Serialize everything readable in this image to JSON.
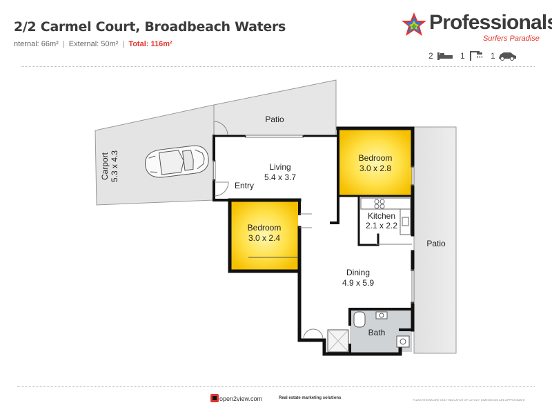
{
  "header": {
    "address": "2/2 Carmel Court, Broadbeach Waters",
    "internal": "nternal: 66m²",
    "external": "External: 50m²",
    "total": "Total: 116m²",
    "separator": "|"
  },
  "logo": {
    "name": "Professionals",
    "sub": "Surfers Paradise"
  },
  "features": {
    "beds": "2",
    "baths": "1",
    "cars": "1"
  },
  "rooms": {
    "patio_top": "Patio",
    "carport_name": "Carport",
    "carport_dim": "5.3 x 4.3",
    "living_name": "Living",
    "living_dim": "5.4 x 3.7",
    "entry": "Entry",
    "bed1_name": "Bedroom",
    "bed1_dim": "3.0 x 2.8",
    "bed2_name": "Bedroom",
    "bed2_dim": "3.0 x 2.4",
    "kitchen_name": "Kitchen",
    "kitchen_dim": "2.1 x 2.2",
    "dining_name": "Dining",
    "dining_dim": "4.9 x 5.9",
    "bath": "Bath",
    "patio_right": "Patio"
  },
  "colors": {
    "highlight": "#ffd200",
    "wall": "#111111",
    "outdoor": "#e6e6e6",
    "accent": "#e3342f"
  },
  "footer": {
    "brand": "open2view.com",
    "tagline": "Real estate marketing solutions",
    "disclaimer": "PLANS SHOWN ARE ONLY INDICATIVE OF LAYOUT. DIMENSIONS ARE APPROXIMATE"
  }
}
